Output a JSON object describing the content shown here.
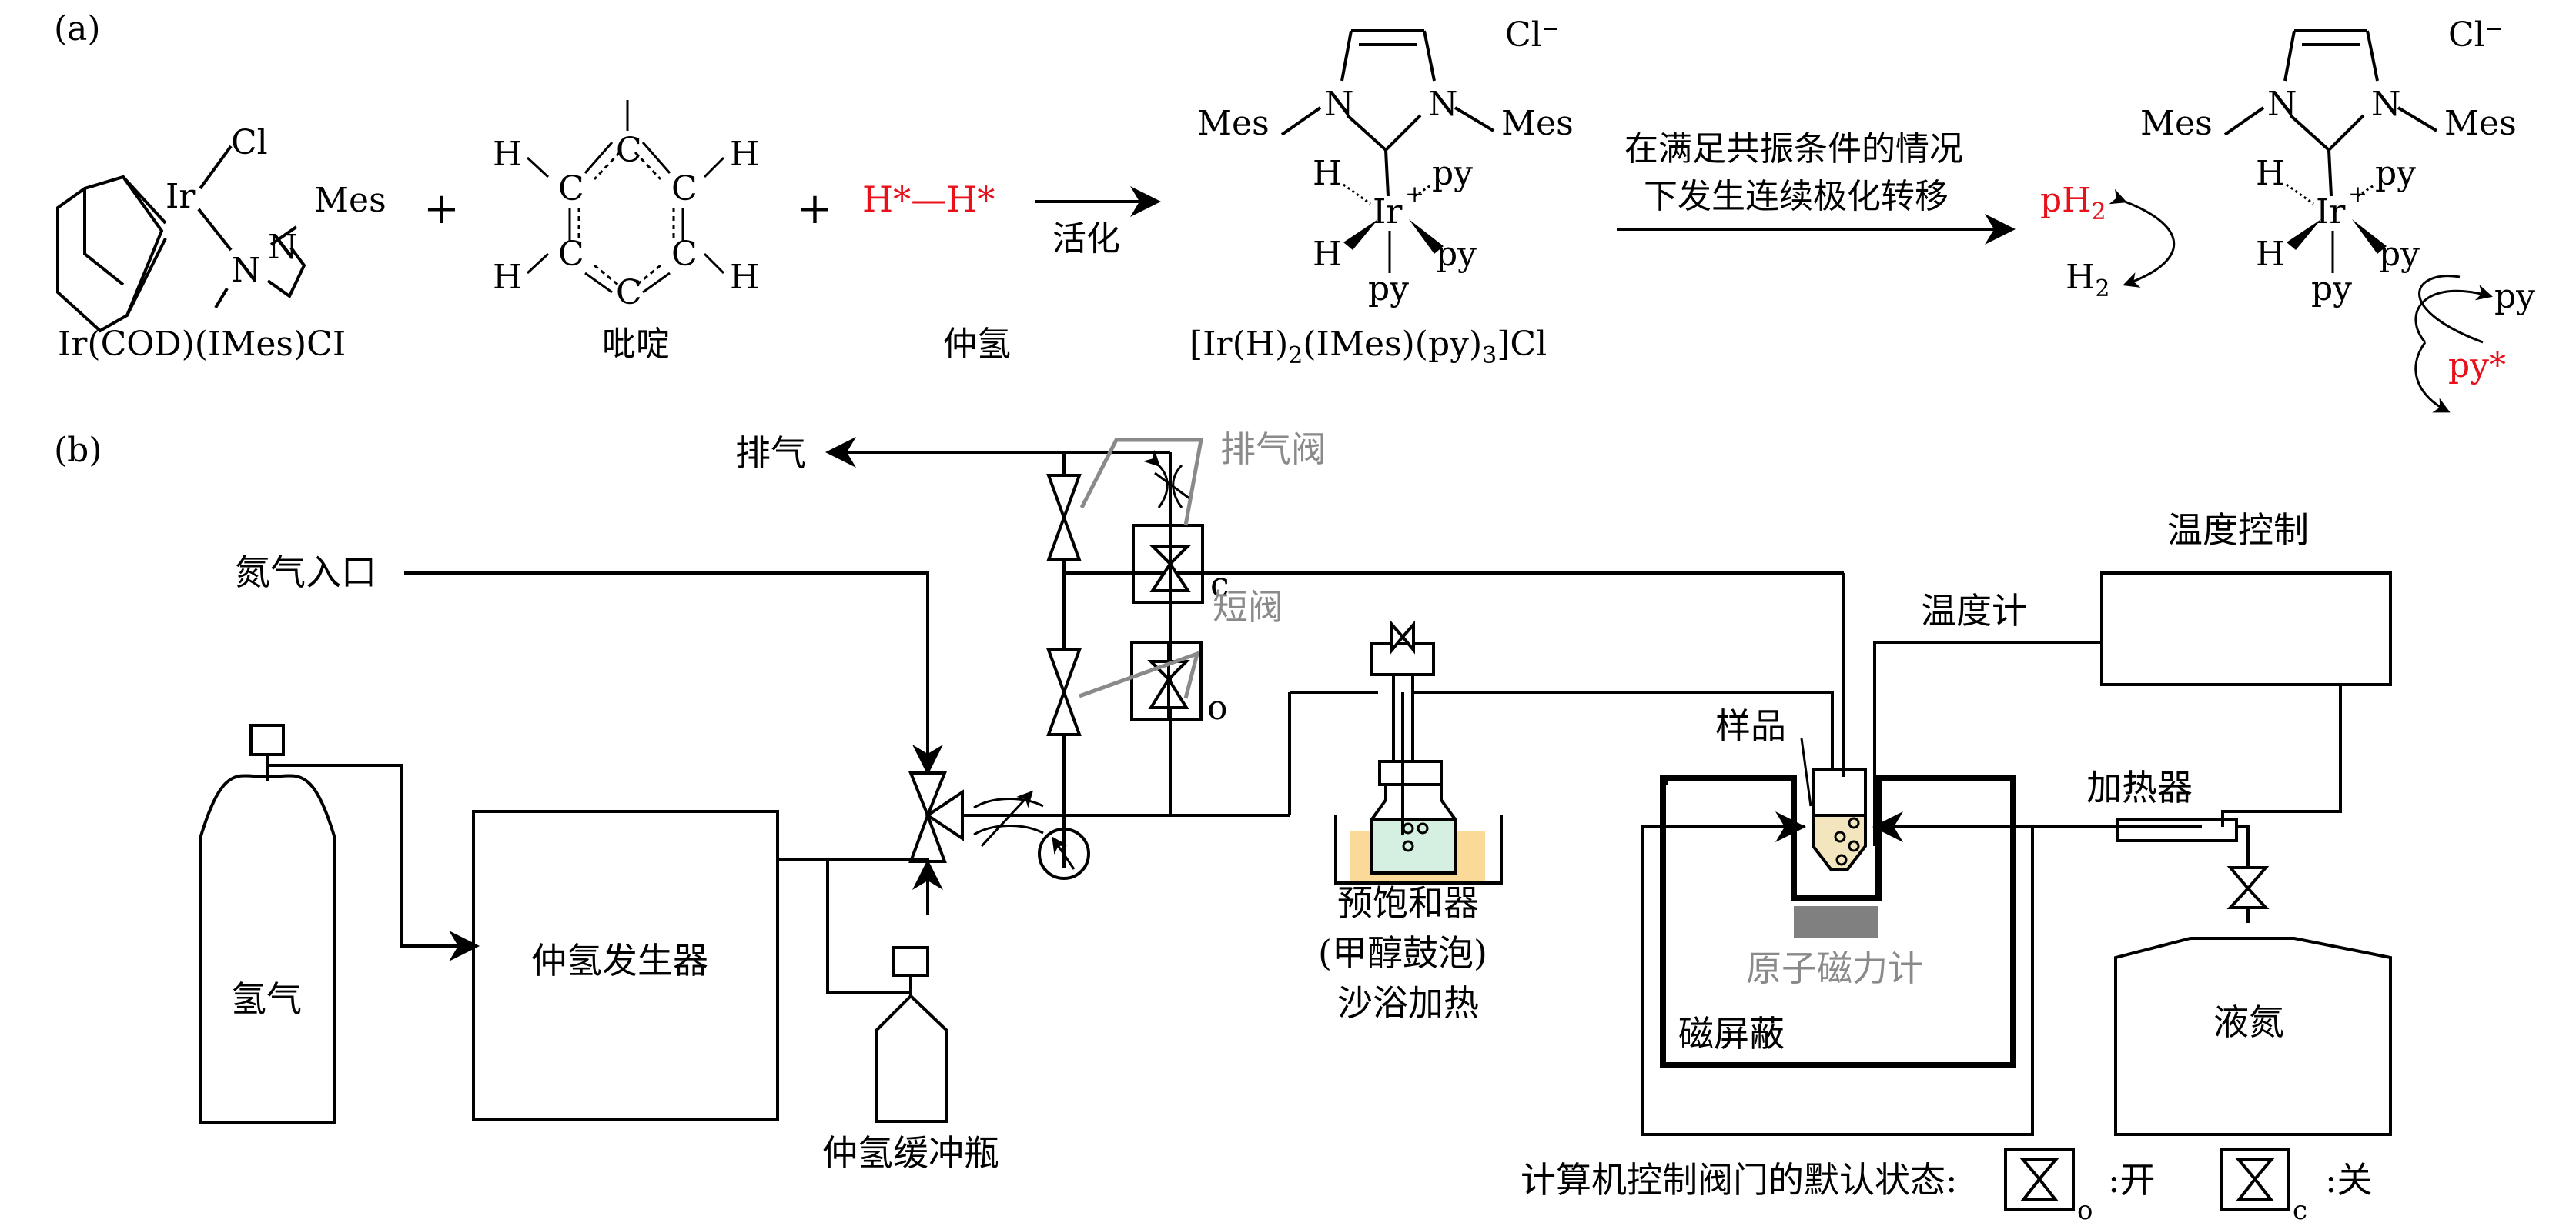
{
  "panel_a": {
    "label": "(a)",
    "reactant1": {
      "atoms": {
        "ir": "Ir",
        "cl": "Cl",
        "n1": "N",
        "n2": "N",
        "mes": "Mes"
      },
      "name": "Ir(COD)(IMes)CI"
    },
    "plus1": "+",
    "pyridine": {
      "atoms": {
        "c": "C",
        "h": "H"
      },
      "name": "吡啶"
    },
    "plus2": "+",
    "parahydrogen": {
      "formula": "H*—H*",
      "name": "仲氢"
    },
    "activation_arrow_label": "活化",
    "complex": {
      "counter_ion": "Cl⁻",
      "atoms": {
        "n": "N",
        "mes": "Mes",
        "h": "H",
        "ir": "Ir",
        "charge": "+",
        "py": "py"
      },
      "name_parts": {
        "a": "[Ir(H)",
        "sub1": "2",
        "b": "(IMes)(py)",
        "sub2": "3",
        "c": "]Cl"
      }
    },
    "transfer_arrow_label": [
      "在满足共振条件的情况",
      "下发生连续极化转移"
    ],
    "exchange": {
      "ph2": "pH",
      "ph2_sub": "2",
      "h2": "H",
      "h2_sub": "2",
      "py": "py",
      "py_star": "py*"
    }
  },
  "panel_b": {
    "label": "(b)",
    "exhaust": "排气",
    "exhaust_valve": "排气阀",
    "short_valve": "短阀",
    "nitrogen_inlet": "氮气入口",
    "valve_state_closed": "c",
    "valve_state_open": "o",
    "hydrogen_cylinder": "氢气",
    "parahydrogen_generator": "仲氢发生器",
    "buffer_bottle": "仲氢缓冲瓶",
    "presaturator": [
      "预饱和器",
      "(甲醇鼓泡)",
      "沙浴加热"
    ],
    "sample": "样品",
    "thermometer": "温度计",
    "temperature_control": "温度控制",
    "heater": "加热器",
    "magnetometer": "原子磁力计",
    "magnetic_shield": "磁屏蔽",
    "liquid_nitrogen": "液氮",
    "legend": {
      "title": "计算机控制阀门的默认状态:",
      "open_sub": "o",
      "open_label": ":开",
      "closed_sub": "c",
      "closed_label": ":关"
    }
  },
  "colors": {
    "highlight_red": "#e8101a",
    "annotation_grey": "#8a8a8a",
    "sand_bath": "#fbd999",
    "methanol": "#d5efe0",
    "sample": "#f3e6bf",
    "magnetometer": "#808080"
  }
}
